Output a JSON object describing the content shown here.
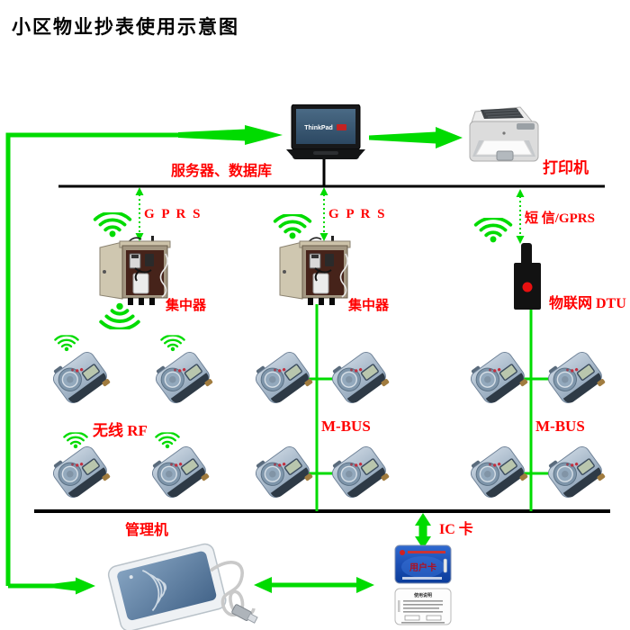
{
  "title": "小区物业抄表使用示意图",
  "colors": {
    "accent_green": "#00db00",
    "label_red": "#ff0000",
    "line_black": "#000000"
  },
  "nodes": {
    "server": {
      "label": "服务器、数据库",
      "screen_text": "ThinkPad"
    },
    "printer": {
      "label": "打印机"
    },
    "collector_left": {
      "label": "集中器"
    },
    "collector_mid": {
      "label": "集中器"
    },
    "dtu": {
      "label": "物联网 DTU"
    },
    "manager": {
      "label": "管理机"
    },
    "ic_card": {
      "label": "IC 卡",
      "card_front_title": "用户卡",
      "card_back_title": "使用说明"
    }
  },
  "links": {
    "gprs_left": {
      "label": "G P R S"
    },
    "gprs_mid": {
      "label": "G P R S"
    },
    "sms_gprs": {
      "label": "短 信/GPRS"
    },
    "wireless_rf": {
      "label": "无线 RF"
    },
    "mbus_mid": {
      "label": "M-BUS"
    },
    "mbus_right": {
      "label": "M-BUS"
    }
  },
  "meter_count": 12
}
